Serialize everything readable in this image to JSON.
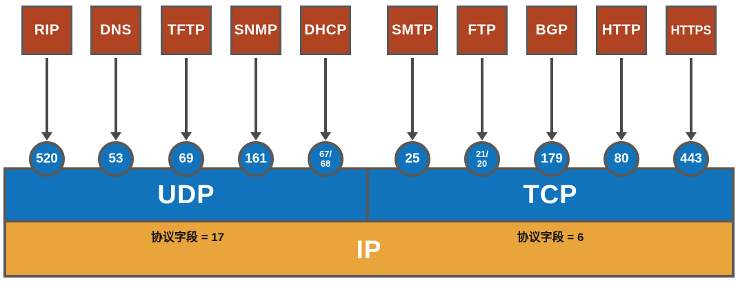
{
  "groups": [
    {
      "transport_label": "UDP",
      "protocol_field_label": "协议字段 = 17",
      "protocols": [
        {
          "name": "RIP",
          "port": "520"
        },
        {
          "name": "DNS",
          "port": "53"
        },
        {
          "name": "TFTP",
          "port": "69"
        },
        {
          "name": "SNMP",
          "port": "161"
        },
        {
          "name": "DHCP",
          "port": "67/\n68"
        }
      ]
    },
    {
      "transport_label": "TCP",
      "protocol_field_label": "协议字段 = 6",
      "protocols": [
        {
          "name": "SMTP",
          "port": "25"
        },
        {
          "name": "FTP",
          "port": "21/\n20"
        },
        {
          "name": "BGP",
          "port": "179"
        },
        {
          "name": "HTTP",
          "port": "80"
        },
        {
          "name": "HTTPS",
          "port": "443"
        }
      ]
    }
  ],
  "ip_label": "IP",
  "colors": {
    "protocol_box": "#B04322",
    "port_circle": "#1273BD",
    "transport_bar": "#1273BD",
    "ip_bar": "#E9A43C",
    "border_gray": "#595959",
    "arrow_gray": "#4A4A4A"
  }
}
